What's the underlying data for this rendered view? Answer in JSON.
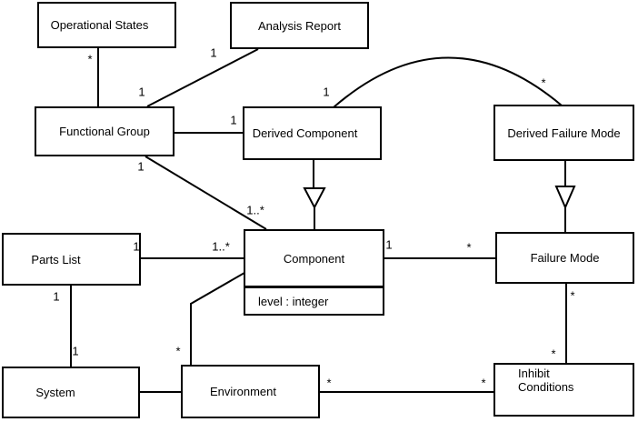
{
  "diagram": {
    "kind": "UML class diagram"
  },
  "classes": [
    {
      "name": "Operational States",
      "attributes": []
    },
    {
      "name": "Analysis Report",
      "attributes": []
    },
    {
      "name": "Functional Group",
      "attributes": []
    },
    {
      "name": "Derived Component",
      "attributes": []
    },
    {
      "name": "Derived Failure Mode",
      "attributes": []
    },
    {
      "name": "Parts List",
      "attributes": []
    },
    {
      "name": "Component",
      "attributes": [
        "level : integer"
      ]
    },
    {
      "name": "Failure Mode",
      "attributes": []
    },
    {
      "name": "System",
      "attributes": []
    },
    {
      "name": "Environment",
      "attributes": []
    },
    {
      "name": "Inhibit Conditions",
      "attributes": []
    }
  ],
  "associations": [
    {
      "from": "Operational States",
      "to": "Functional Group",
      "ends": [
        {
          "at": "Operational States",
          "label": "*"
        }
      ]
    },
    {
      "from": "Analysis Report",
      "to": "Functional Group",
      "ends": [
        {
          "at": "Analysis Report",
          "label": "1"
        },
        {
          "at": "Functional Group",
          "label": "1"
        }
      ]
    },
    {
      "from": "Functional Group",
      "to": "Derived Component",
      "ends": [
        {
          "at": "Derived Component",
          "label": "1"
        }
      ]
    },
    {
      "from": "Functional Group",
      "to": "Component",
      "ends": [
        {
          "at": "Functional Group",
          "label": "1"
        },
        {
          "at": "Component",
          "label": "1..*"
        }
      ]
    },
    {
      "from": "Derived Component",
      "to": "Derived Failure Mode",
      "ends": [
        {
          "at": "Derived Component",
          "label": "1"
        },
        {
          "at": "Derived Failure Mode",
          "label": "*"
        }
      ]
    },
    {
      "from": "Parts List",
      "to": "Component",
      "ends": [
        {
          "at": "Parts List",
          "label": "1"
        },
        {
          "at": "Component",
          "label": "1..*"
        }
      ]
    },
    {
      "from": "Component",
      "to": "Failure Mode",
      "ends": [
        {
          "at": "Component",
          "label": "1"
        },
        {
          "at": "Failure Mode",
          "label": "*"
        }
      ]
    },
    {
      "from": "Failure Mode",
      "to": "Inhibit Conditions",
      "ends": [
        {
          "at": "Failure Mode",
          "label": "*"
        },
        {
          "at": "Inhibit Conditions",
          "label": "*"
        }
      ]
    },
    {
      "from": "Environment",
      "to": "Inhibit Conditions",
      "ends": [
        {
          "at": "Environment",
          "label": "*"
        },
        {
          "at": "Inhibit Conditions",
          "label": "*"
        }
      ]
    },
    {
      "from": "System",
      "to": "Environment",
      "ends": []
    },
    {
      "from": "Parts List",
      "to": "System",
      "ends": [
        {
          "at": "Parts List",
          "label": "1"
        },
        {
          "at": "System",
          "label": "1"
        }
      ]
    },
    {
      "from": "Environment",
      "to": "Component",
      "ends": [
        {
          "at": "Environment",
          "label": "*"
        }
      ]
    }
  ],
  "generalizations": [
    {
      "from": "Derived Component",
      "to": "Component"
    },
    {
      "from": "Derived Failure Mode",
      "to": "Failure Mode"
    }
  ],
  "colors": {
    "line": "#000000",
    "background": "#ffffff"
  }
}
